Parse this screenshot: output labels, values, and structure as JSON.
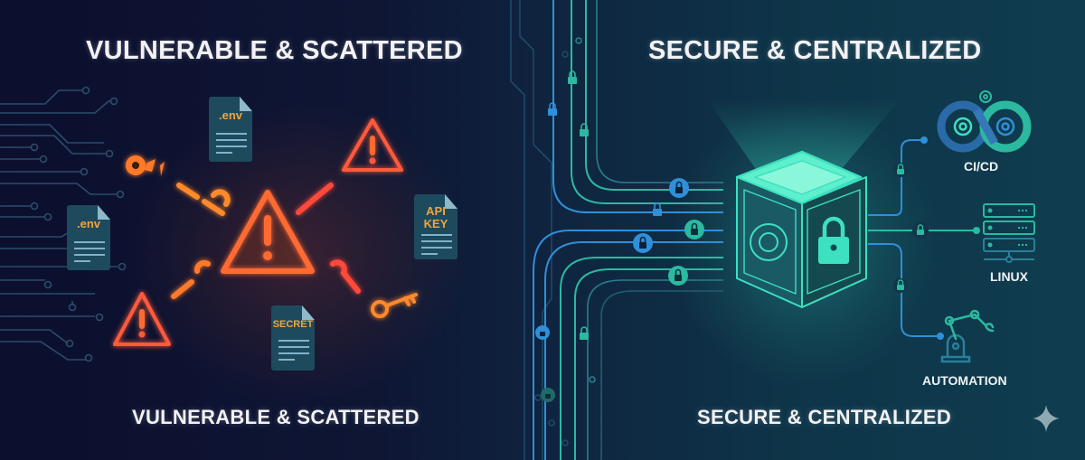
{
  "left_panel": {
    "title": "VULNERABLE & SCATTERED",
    "caption": "VULNERABLE & SCATTERED",
    "documents": [
      {
        "label": ".env",
        "position": "top"
      },
      {
        "label": ".env",
        "position": "left"
      },
      {
        "label": "API KEY",
        "line1": "API",
        "line2": "KEY",
        "position": "right"
      },
      {
        "label": "SECRET",
        "position": "bottom"
      }
    ],
    "icons": [
      "warning-triangle-large",
      "warning-triangle-top-right",
      "warning-triangle-bottom-left",
      "broken-chain",
      "broken-key",
      "key"
    ],
    "accent_color": "#ff6a2a"
  },
  "right_panel": {
    "title": "SECURE & CENTRALIZED",
    "caption": "SECURE & CENTRALIZED",
    "center": "vault-safe",
    "targets": [
      {
        "label": "CI/CD",
        "icon": "infinity-gears"
      },
      {
        "label": "LINUX",
        "icon": "server-rack"
      },
      {
        "label": "AUTOMATION",
        "icon": "robot-arm"
      }
    ],
    "accent_color": "#3de0c0",
    "secondary_color": "#2f8fd8"
  },
  "colors": {
    "bg_left": "#0c0f2e",
    "bg_right": "#0f3d4f",
    "doc_fill": "#1e4a5e",
    "doc_text": "#f0a53c",
    "title_text": "#f2f2f4"
  }
}
